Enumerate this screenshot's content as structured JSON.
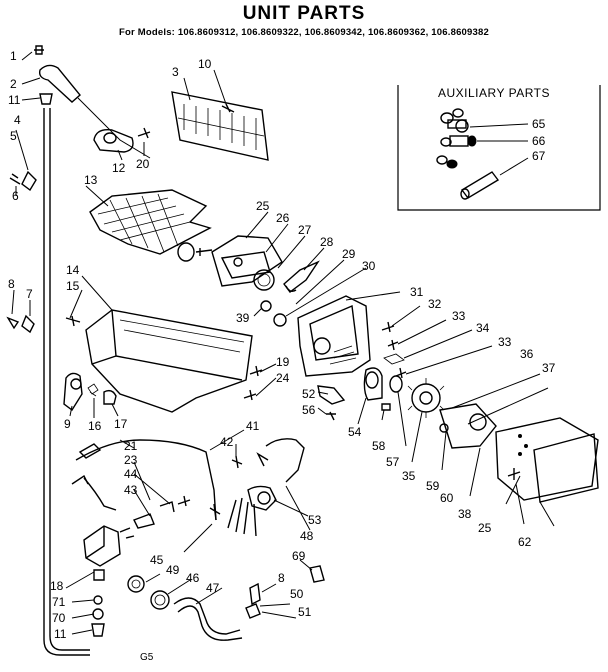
{
  "header": {
    "title": "UNIT PARTS",
    "models": "For Models: 106.8609312, 106.8609322, 106.8609342, 106.8609362, 106.8609382"
  },
  "auxiliary": {
    "title": "AUXILIARY PARTS",
    "labels": [
      "65",
      "66",
      "67"
    ]
  },
  "callouts": [
    "1",
    "2",
    "11",
    "4",
    "5",
    "6",
    "3",
    "10",
    "12",
    "20",
    "13",
    "25",
    "26",
    "27",
    "28",
    "29",
    "30",
    "14",
    "15",
    "8",
    "7",
    "31",
    "32",
    "33",
    "34",
    "33",
    "39",
    "19",
    "24",
    "52",
    "56",
    "36",
    "37",
    "9",
    "16",
    "17",
    "54",
    "58",
    "57",
    "35",
    "59",
    "60",
    "38",
    "25",
    "62",
    "41",
    "42",
    "21",
    "23",
    "44",
    "43",
    "53",
    "48",
    "45",
    "69",
    "49",
    "46",
    "47",
    "8",
    "50",
    "51",
    "18",
    "71",
    "70",
    "11"
  ],
  "footer": "G5"
}
